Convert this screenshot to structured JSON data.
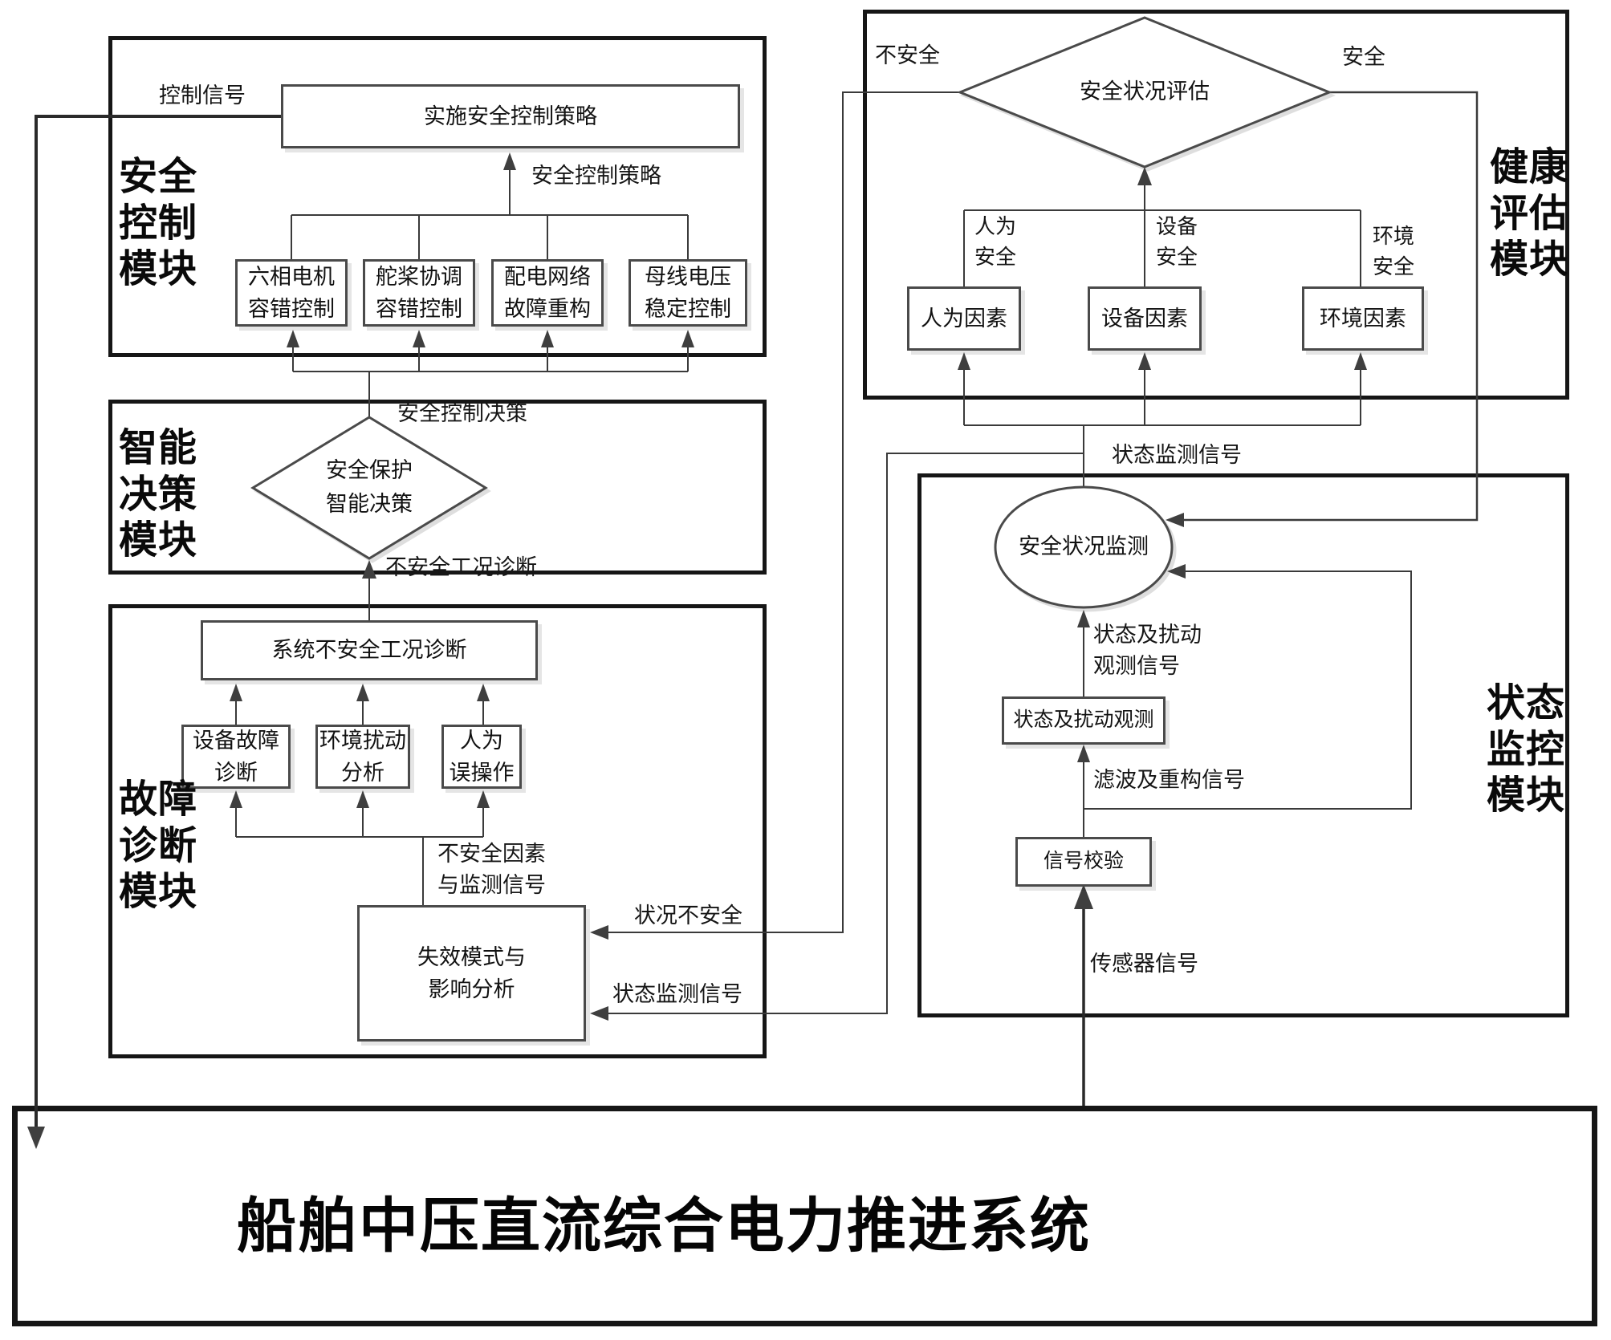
{
  "title": "船舶中压直流综合电力推进系统",
  "modules": {
    "safety_control": "安全\n控制\n模块",
    "decision": "智能\n决策\n模块",
    "fault": "故障\n诊断\n模块",
    "health": "健康\n评估\n模块",
    "monitor": "状态\n监控\n模块"
  },
  "nodes": {
    "implement": "实施安全控制策略",
    "motor": "六相电机\n容错控制",
    "rudder": "舵桨协调\n容错控制",
    "grid": "配电网络\n故障重构",
    "bus": "母线电压\n稳定控制",
    "decision_diamond": "安全保护\n智能决策",
    "sys_diag": "系统不安全工况诊断",
    "equip_diag": "设备故障\n诊断",
    "env_analysis": "环境扰动\n分析",
    "human_error": "人为\n误操作",
    "fmea": "失效模式与\n影响分析",
    "assess_diamond": "安全状况评估",
    "human_factor": "人为因素",
    "equip_factor": "设备因素",
    "env_factor": "环境因素",
    "monitor_ellipse": "安全状况监测",
    "observe": "状态及扰动观测",
    "verify": "信号校验"
  },
  "labels": {
    "control_signal": "控制信号",
    "safety_strategy": "安全控制策略",
    "safety_decision": "安全控制决策",
    "unsafe_diag": "不安全工况诊断",
    "unsafe_factor": "不安全因素\n与监测信号",
    "unsafe_status": "状况不安全",
    "monitor_signal_fmea": "状态监测信号",
    "unsafe": "不安全",
    "safe": "安全",
    "human_safe": "人为\n安全",
    "equip_safe": "设备\n安全",
    "env_safe": "环境\n安全",
    "monitor_signal": "状态监测信号",
    "observe_signal": "状态及扰动\n观测信号",
    "filter_signal": "滤波及重构信号",
    "sensor_signal": "传感器信号"
  },
  "colors": {
    "line": "#3a3a3a",
    "thick_line": "#2a2a2a",
    "frame": "#161616",
    "node_border": "#4a4a4a",
    "background": "#ffffff",
    "text": "#111111"
  }
}
